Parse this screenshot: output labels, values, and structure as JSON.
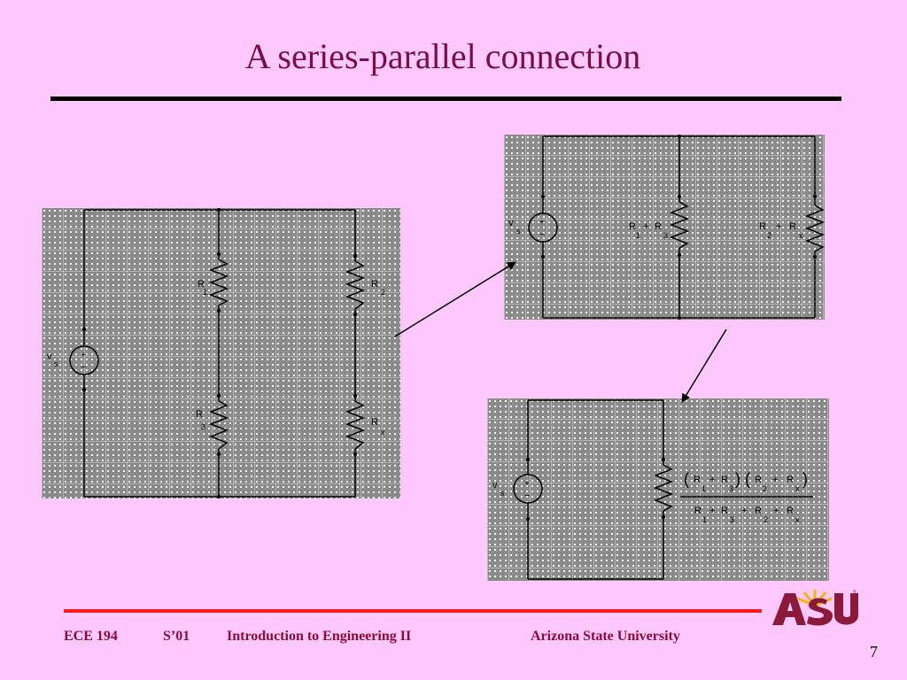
{
  "slide": {
    "title": "A series-parallel connection",
    "page_number": "7"
  },
  "circuit_original": {
    "source_v": "v",
    "source_sub": "s",
    "plus": "+",
    "minus": "−",
    "r1": "R",
    "r1_sub": "1",
    "r2": "R",
    "r2_sub": "2",
    "r3": "R",
    "r3_sub": "3",
    "rx": "R",
    "rx_sub": "x"
  },
  "circuit_combined": {
    "source_v": "v",
    "source_sub": "s",
    "plus": "+",
    "minus": "−",
    "left_branch": {
      "r_a": "R",
      "r_a_sub": "1",
      "plus": "+",
      "r_b": "R",
      "r_b_sub": "3"
    },
    "right_branch": {
      "r_a": "R",
      "r_a_sub": "2",
      "plus": "+",
      "r_b": "R",
      "r_b_sub": "x"
    }
  },
  "circuit_equivalent": {
    "source_v": "v",
    "source_sub": "s",
    "plus": "+",
    "minus": "−",
    "numerator": {
      "open1": "(",
      "r1": "R",
      "r1_sub": "1",
      "plus1": "+",
      "r3": "R",
      "r3_sub": "3",
      "close1": ")",
      "open2": "(",
      "r2": "R",
      "r2_sub": "2",
      "plus2": "+",
      "rx": "R",
      "rx_sub": "x",
      "close2": ")"
    },
    "denominator": {
      "r1": "R",
      "r1_sub": "1",
      "plus1": "+",
      "r3": "R",
      "r3_sub": "3",
      "plus2": "+",
      "r2": "R",
      "r2_sub": "2",
      "plus3": "+",
      "rx": "R",
      "rx_sub": "x"
    }
  },
  "footer": {
    "course": "ECE 194",
    "term": "S’01",
    "course_title": "Introduction to Engineering II",
    "university": "Arizona State University"
  },
  "logo": {
    "text": "ASU",
    "trademark": "®"
  },
  "colors": {
    "background": "#ffc9fd",
    "title": "#7a0c46",
    "footer_text": "#8b0a3c",
    "footer_rule": "#ff1a1a",
    "logo": "#8b1a3a"
  }
}
